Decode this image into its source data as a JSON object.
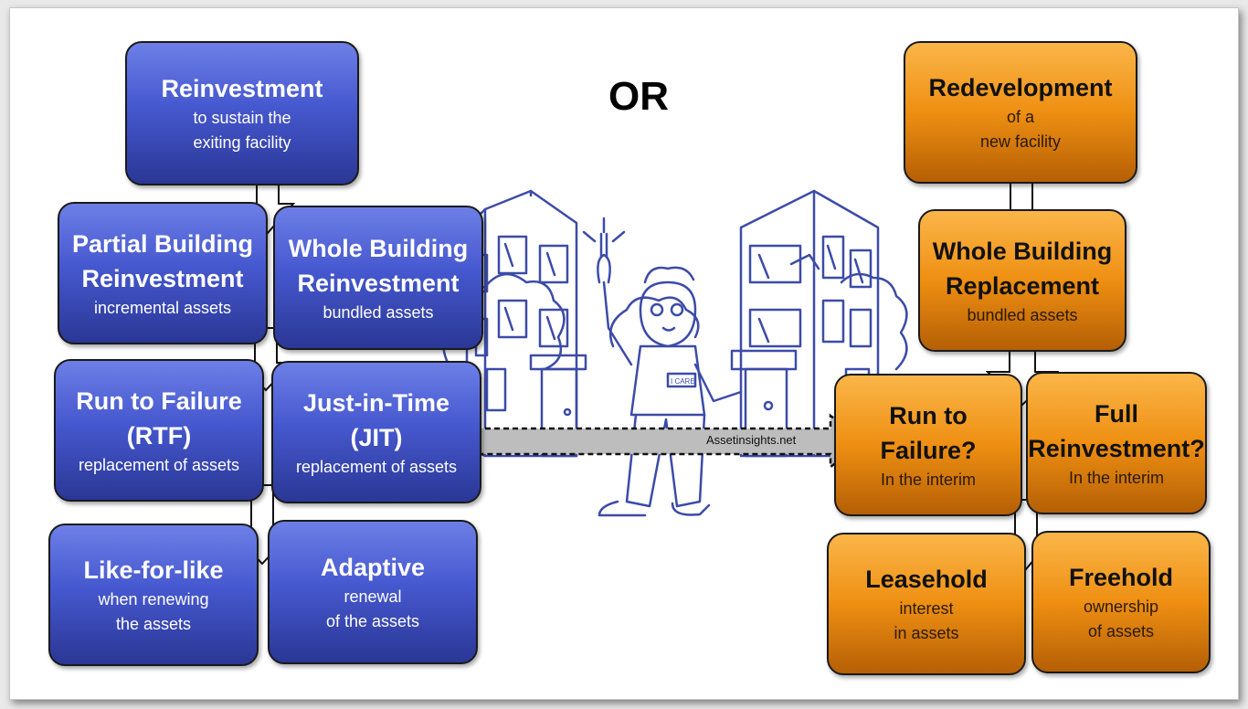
{
  "or_label": "OR",
  "source_label": "Assetinsights.net",
  "colors": {
    "blue_top": "#6d7fe6",
    "blue_bottom": "#2a3795",
    "orange_top": "#fbb649",
    "orange_bottom": "#b55f05",
    "sketch_line": "#3c4ba8"
  },
  "left_branch": {
    "reinvestment": {
      "title": "Reinvestment",
      "sub": [
        "to sustain the",
        "exiting facility"
      ]
    },
    "partial": {
      "title": [
        "Partial Building",
        "Reinvestment"
      ],
      "sub": "incremental assets"
    },
    "whole": {
      "title": [
        "Whole Building",
        "Reinvestment"
      ],
      "sub": "bundled assets"
    },
    "rtf": {
      "title": [
        "Run to Failure",
        "(RTF)"
      ],
      "sub": "replacement of assets"
    },
    "jit": {
      "title": [
        "Just-in-Time",
        "(JIT)"
      ],
      "sub": "replacement of assets"
    },
    "like": {
      "title": "Like-for-like",
      "sub": [
        "when renewing",
        "the assets"
      ]
    },
    "adaptive": {
      "title": "Adaptive",
      "sub": [
        "renewal",
        "of the assets"
      ]
    }
  },
  "right_branch": {
    "redevelopment": {
      "title": "Redevelopment",
      "sub": [
        "of a",
        "new facility"
      ]
    },
    "replacement": {
      "title": [
        "Whole Building",
        "Replacement"
      ],
      "sub": "bundled assets"
    },
    "run_to_failure": {
      "title": [
        "Run to",
        "Failure?"
      ],
      "sub": "In the interim"
    },
    "full_reinvestment": {
      "title": [
        "Full",
        "Reinvestment?"
      ],
      "sub": "In the interim"
    },
    "leasehold": {
      "title": "Leasehold",
      "sub": [
        "interest",
        "in assets"
      ]
    },
    "freehold": {
      "title": "Freehold",
      "sub": [
        "ownership",
        "of assets"
      ]
    }
  },
  "illustration": {
    "badge_text": "I CARE",
    "icons": [
      "building-icon",
      "building-icon",
      "person-with-key-icon",
      "tree-icon"
    ]
  }
}
